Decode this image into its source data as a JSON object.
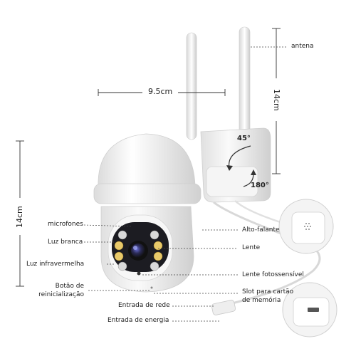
{
  "dimensions": {
    "width": "9.5cm",
    "height_right": "14cm",
    "height_left": "14cm"
  },
  "rotation": {
    "tilt": "45°",
    "pan": "180°"
  },
  "labels_left": {
    "microfones": "microfones",
    "luz_branca": "Luz branca",
    "luz_infravermelha": "Luz infravermelha",
    "botao_line1": "Botão de",
    "botao_line2": "reinicialização",
    "entrada_rede": "Entrada de rede",
    "entrada_energia": "Entrada de energia"
  },
  "labels_right": {
    "antena": "antena",
    "alto_falante": "Alto-falante",
    "lente": "Lente",
    "lente_fotossensivel": "Lente fotossensível",
    "slot_line1": "Slot para cartão",
    "slot_line2": "de memória"
  },
  "colors": {
    "body": "#f2f2f2",
    "shadow": "#d4d4d4",
    "lens": "#2b2b3a",
    "led_white": "#e8c96a",
    "line": "#333333"
  }
}
